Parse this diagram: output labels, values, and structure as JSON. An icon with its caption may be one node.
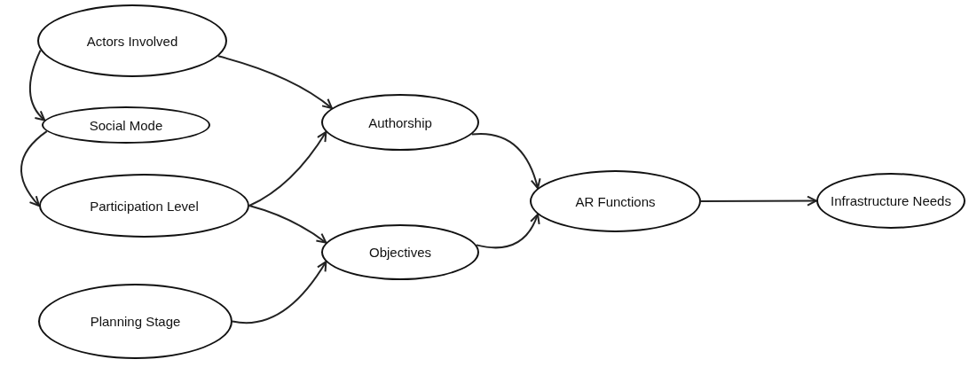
{
  "diagram": {
    "nodes": [
      {
        "text": [
          "Actors Involved"
        ]
      },
      {
        "text": [
          "Social Mode"
        ]
      },
      {
        "text": [
          "Participation Level"
        ]
      },
      {
        "text": [
          "Planning Stage"
        ]
      },
      {
        "text": [
          "Authorship"
        ]
      },
      {
        "text": [
          "Objectives"
        ]
      },
      {
        "text": [
          "AR Functions"
        ]
      },
      {
        "text": [
          "Infrastructure Needs"
        ]
      }
    ],
    "edges": [
      {
        "from": 0,
        "to": 1,
        "arrow": "to"
      },
      {
        "from": 1,
        "to": 2,
        "arrow": "to"
      },
      {
        "from": 0,
        "to": 4,
        "arrow": "to"
      },
      {
        "from": 2,
        "to": 4,
        "arrow": "to"
      },
      {
        "from": 2,
        "to": 5,
        "arrow": "to"
      },
      {
        "from": 3,
        "to": 5,
        "arrow": "to"
      },
      {
        "from": 4,
        "to": 6,
        "arrow": "to"
      },
      {
        "from": 5,
        "to": 6,
        "arrow": "to"
      },
      {
        "from": 6,
        "to": 7,
        "arrow": "to"
      }
    ]
  }
}
